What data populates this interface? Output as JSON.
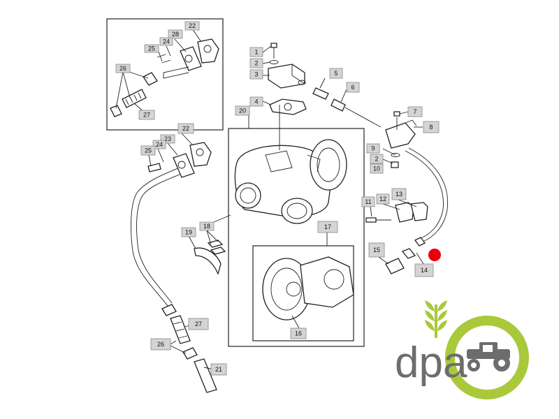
{
  "callouts": [
    {
      "id": "c22a",
      "label": "22"
    },
    {
      "id": "c28",
      "label": "28"
    },
    {
      "id": "c24a",
      "label": "24"
    },
    {
      "id": "c25a",
      "label": "25"
    },
    {
      "id": "c26a",
      "label": "26"
    },
    {
      "id": "c27a",
      "label": "27"
    },
    {
      "id": "c1",
      "label": "1"
    },
    {
      "id": "c2a",
      "label": "2"
    },
    {
      "id": "c3",
      "label": "3"
    },
    {
      "id": "c4",
      "label": "4"
    },
    {
      "id": "c5",
      "label": "5"
    },
    {
      "id": "c6",
      "label": "6"
    },
    {
      "id": "c7",
      "label": "7"
    },
    {
      "id": "c8",
      "label": "8"
    },
    {
      "id": "c9",
      "label": "9"
    },
    {
      "id": "c2b",
      "label": "2"
    },
    {
      "id": "c10",
      "label": "10"
    },
    {
      "id": "c20",
      "label": "20"
    },
    {
      "id": "c23",
      "label": "23"
    },
    {
      "id": "c22b",
      "label": "22"
    },
    {
      "id": "c24b",
      "label": "24"
    },
    {
      "id": "c25b",
      "label": "25"
    },
    {
      "id": "c11",
      "label": "11"
    },
    {
      "id": "c12",
      "label": "12"
    },
    {
      "id": "c13",
      "label": "13"
    },
    {
      "id": "c19",
      "label": "19"
    },
    {
      "id": "c18",
      "label": "18"
    },
    {
      "id": "c17",
      "label": "17"
    },
    {
      "id": "c15",
      "label": "15"
    },
    {
      "id": "c14",
      "label": "14"
    },
    {
      "id": "c16",
      "label": "16"
    },
    {
      "id": "c27b",
      "label": "27"
    },
    {
      "id": "c26b",
      "label": "26"
    },
    {
      "id": "c21",
      "label": "21"
    }
  ],
  "logo": {
    "text": "dpa"
  },
  "colors": {
    "marker": "#e8000b",
    "logo_green": "#a9c93a",
    "logo_grey": "#6d6d6d",
    "callout_fill": "#d4d4d4"
  }
}
